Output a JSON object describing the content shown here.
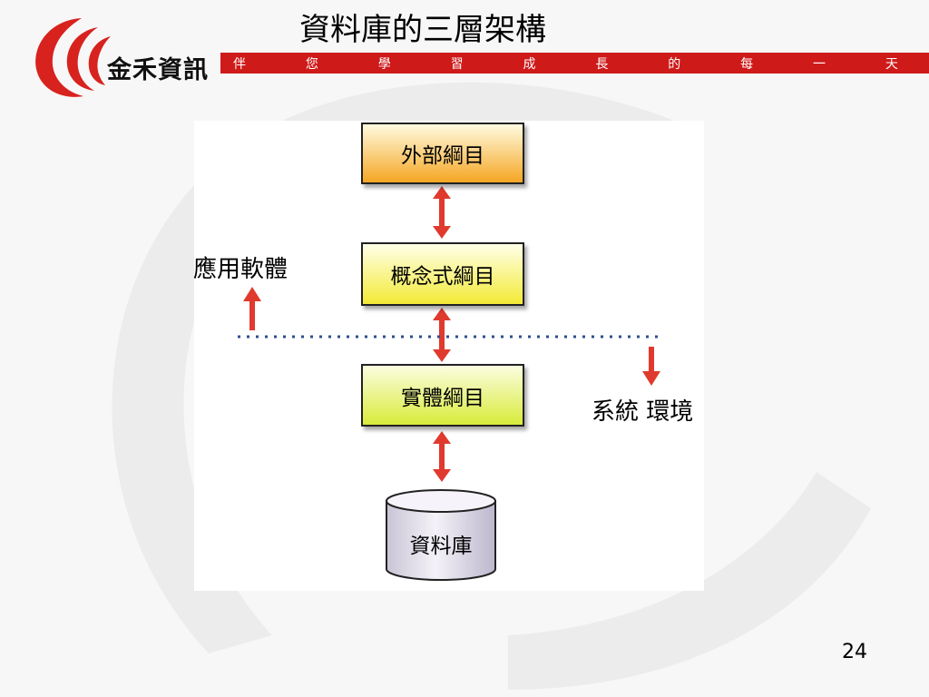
{
  "header": {
    "title": "資料庫的三層架構",
    "brand": "金禾資訊",
    "slogan": [
      "伴",
      "您",
      "學",
      "習",
      "成",
      "長",
      "的",
      "每",
      "一",
      "天"
    ]
  },
  "diagram": {
    "boxes": {
      "external": "外部綱目",
      "conceptual": "概念式綱目",
      "physical": "實體綱目"
    },
    "database": "資料庫",
    "application_software": "應用軟體",
    "system_environment": "系統 環境"
  },
  "colors": {
    "accent_red": "#cf1a1a",
    "arrow_red": "#e03a2e",
    "divider_blue": "#2f4f8f"
  },
  "footer": {
    "page_number": "24"
  }
}
